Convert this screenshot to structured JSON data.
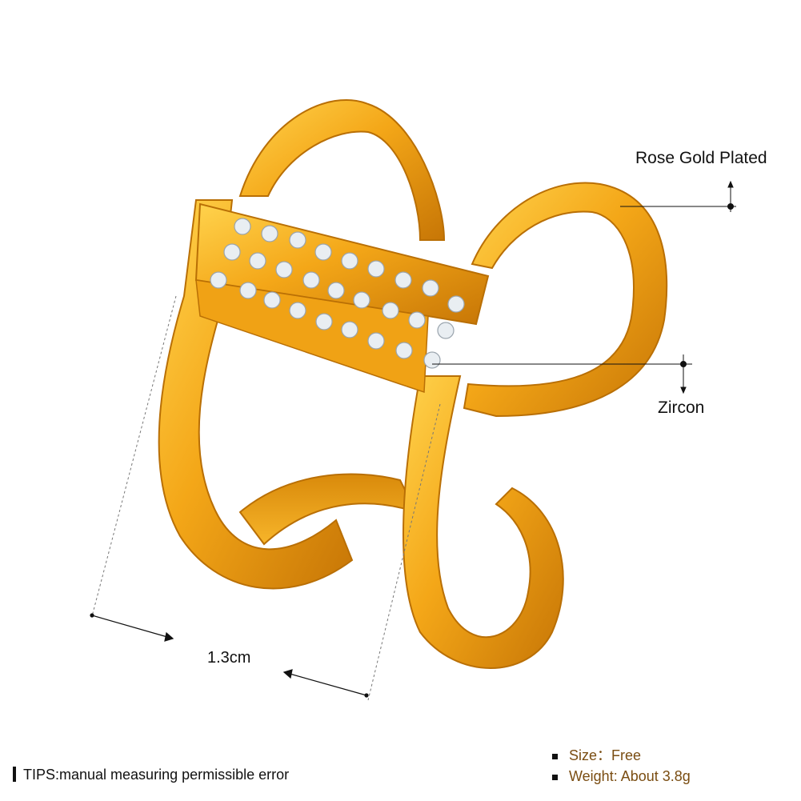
{
  "callouts": {
    "material": "Rose Gold Plated",
    "stone": "Zircon",
    "width": "1.3cm"
  },
  "specs": [
    {
      "label": "Size：Free"
    },
    {
      "label": "Weight: About 3.8g"
    }
  ],
  "tips": "TIPS:manual measuring permissible error",
  "colors": {
    "gold": "#f2a516",
    "gold_dark": "#c97a06",
    "gold_light": "#ffd24a",
    "spec_text": "#7a4d12"
  }
}
